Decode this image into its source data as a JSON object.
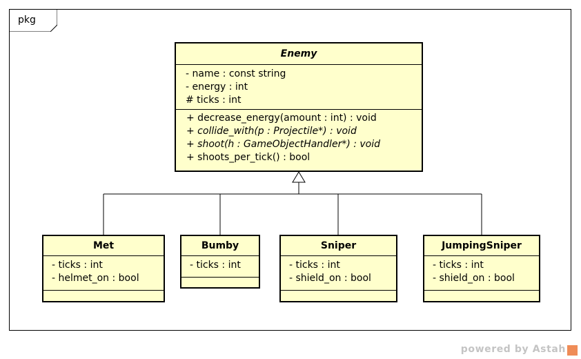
{
  "package": {
    "label": "pkg"
  },
  "enemy": {
    "name": "Enemy",
    "attributes": [
      "- name : const string",
      "- energy : int",
      "# ticks : int"
    ],
    "operations": [
      "+ decrease_energy(amount : int) : void",
      "+ collide_with(p : Projectile*) : void",
      "+ shoot(h : GameObjectHandler*) : void",
      "+ shoots_per_tick() : bool"
    ]
  },
  "subclasses": [
    {
      "name": "Met",
      "attributes": [
        "- ticks : int",
        "- helmet_on : bool"
      ]
    },
    {
      "name": "Bumby",
      "attributes": [
        "- ticks : int"
      ]
    },
    {
      "name": "Sniper",
      "attributes": [
        "- ticks : int",
        "- shield_on : bool"
      ]
    },
    {
      "name": "JumpingSniper",
      "attributes": [
        "- ticks : int",
        "- shield_on : bool"
      ]
    }
  ],
  "footer": {
    "text": "powered by Astah",
    "logo": "astah-logo-icon"
  },
  "colors": {
    "class_fill": "#ffffcc",
    "line": "#000000",
    "footer_text": "#c4c4c4",
    "logo": "#ef8c57"
  }
}
